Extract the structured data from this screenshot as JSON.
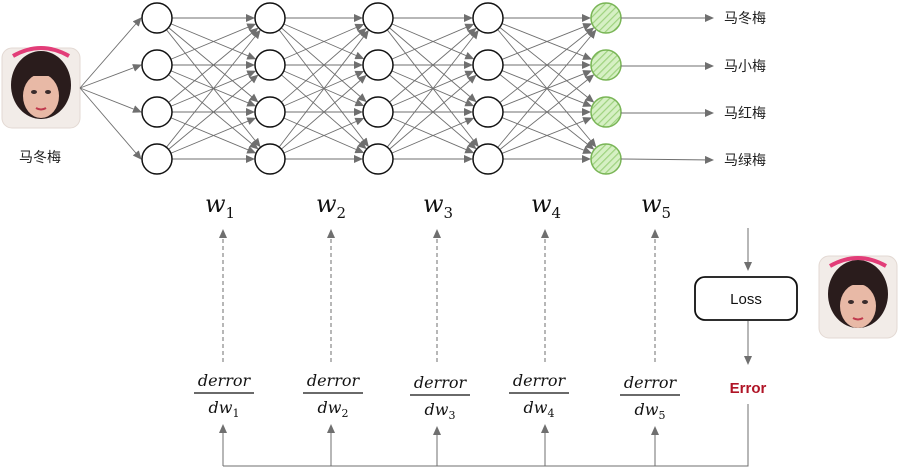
{
  "input": {
    "label": "马冬梅"
  },
  "outputs": [
    {
      "label": "马冬梅"
    },
    {
      "label": "马小梅"
    },
    {
      "label": "马红梅"
    },
    {
      "label": "马绿梅"
    }
  ],
  "weights": [
    {
      "w": "w",
      "sub": "1"
    },
    {
      "w": "w",
      "sub": "2"
    },
    {
      "w": "w",
      "sub": "3"
    },
    {
      "w": "w",
      "sub": "4"
    },
    {
      "w": "w",
      "sub": "5"
    }
  ],
  "gradients": [
    {
      "num": "derror",
      "den": "dw",
      "sub": "1"
    },
    {
      "num": "derror",
      "den": "dw",
      "sub": "2"
    },
    {
      "num": "derror",
      "den": "dw",
      "sub": "3"
    },
    {
      "num": "derror",
      "den": "dw",
      "sub": "4"
    },
    {
      "num": "derror",
      "den": "dw",
      "sub": "5"
    }
  ],
  "loss": {
    "label": "Loss"
  },
  "error": {
    "label": "Error"
  },
  "colors": {
    "line": "#6f6f6f",
    "output_fill": "#b7e19a",
    "output_stroke": "#79b556",
    "error": "#b01426",
    "photo_bg": "#f2ece8",
    "hair": "#2a1c1c",
    "skin": "#e8b9a6",
    "headband": "#e23d78"
  }
}
